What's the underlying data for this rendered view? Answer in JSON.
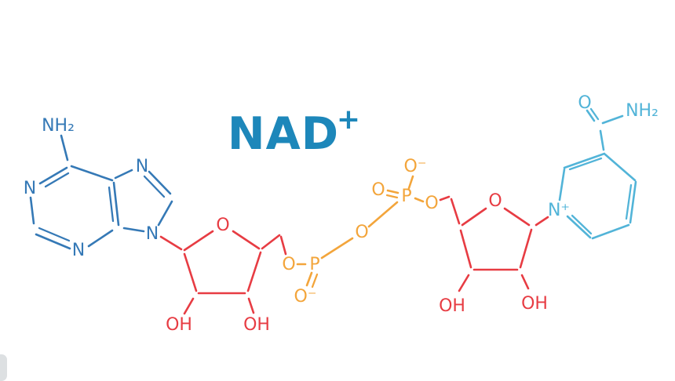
{
  "title": {
    "text": "NAD",
    "superscript": "+"
  },
  "colors": {
    "title": "#1d87ba",
    "adenine": "#3579b6",
    "ribose": "#e73c43",
    "phosphate": "#f3a53b",
    "nicotinamide": "#52b4d8"
  },
  "labels": {
    "adenine": {
      "amine": "NH₂",
      "n1": "N",
      "n3": "N",
      "n7": "N",
      "n9": "N"
    },
    "ribose_adenine": {
      "ring_oxygen": "O",
      "hydroxyl_left": "OH",
      "hydroxyl_right": "OH"
    },
    "pyrophosphate": {
      "ester_oxygen_left": "O",
      "phosphorus_left": "P",
      "oxide_left": "O⁻",
      "bridge_oxygen": "O",
      "double_oxygen_right": "O",
      "phosphorus_right": "P",
      "oxide_right": "O⁻",
      "ester_oxygen_right": "O"
    },
    "ribose_nicotinamide": {
      "ring_oxygen": "O",
      "hydroxyl_left": "OH",
      "hydroxyl_right": "OH"
    },
    "nicotinamide": {
      "ring_nitrogen": "N⁺",
      "carbonyl_oxygen": "O",
      "amide": "NH₂"
    }
  }
}
